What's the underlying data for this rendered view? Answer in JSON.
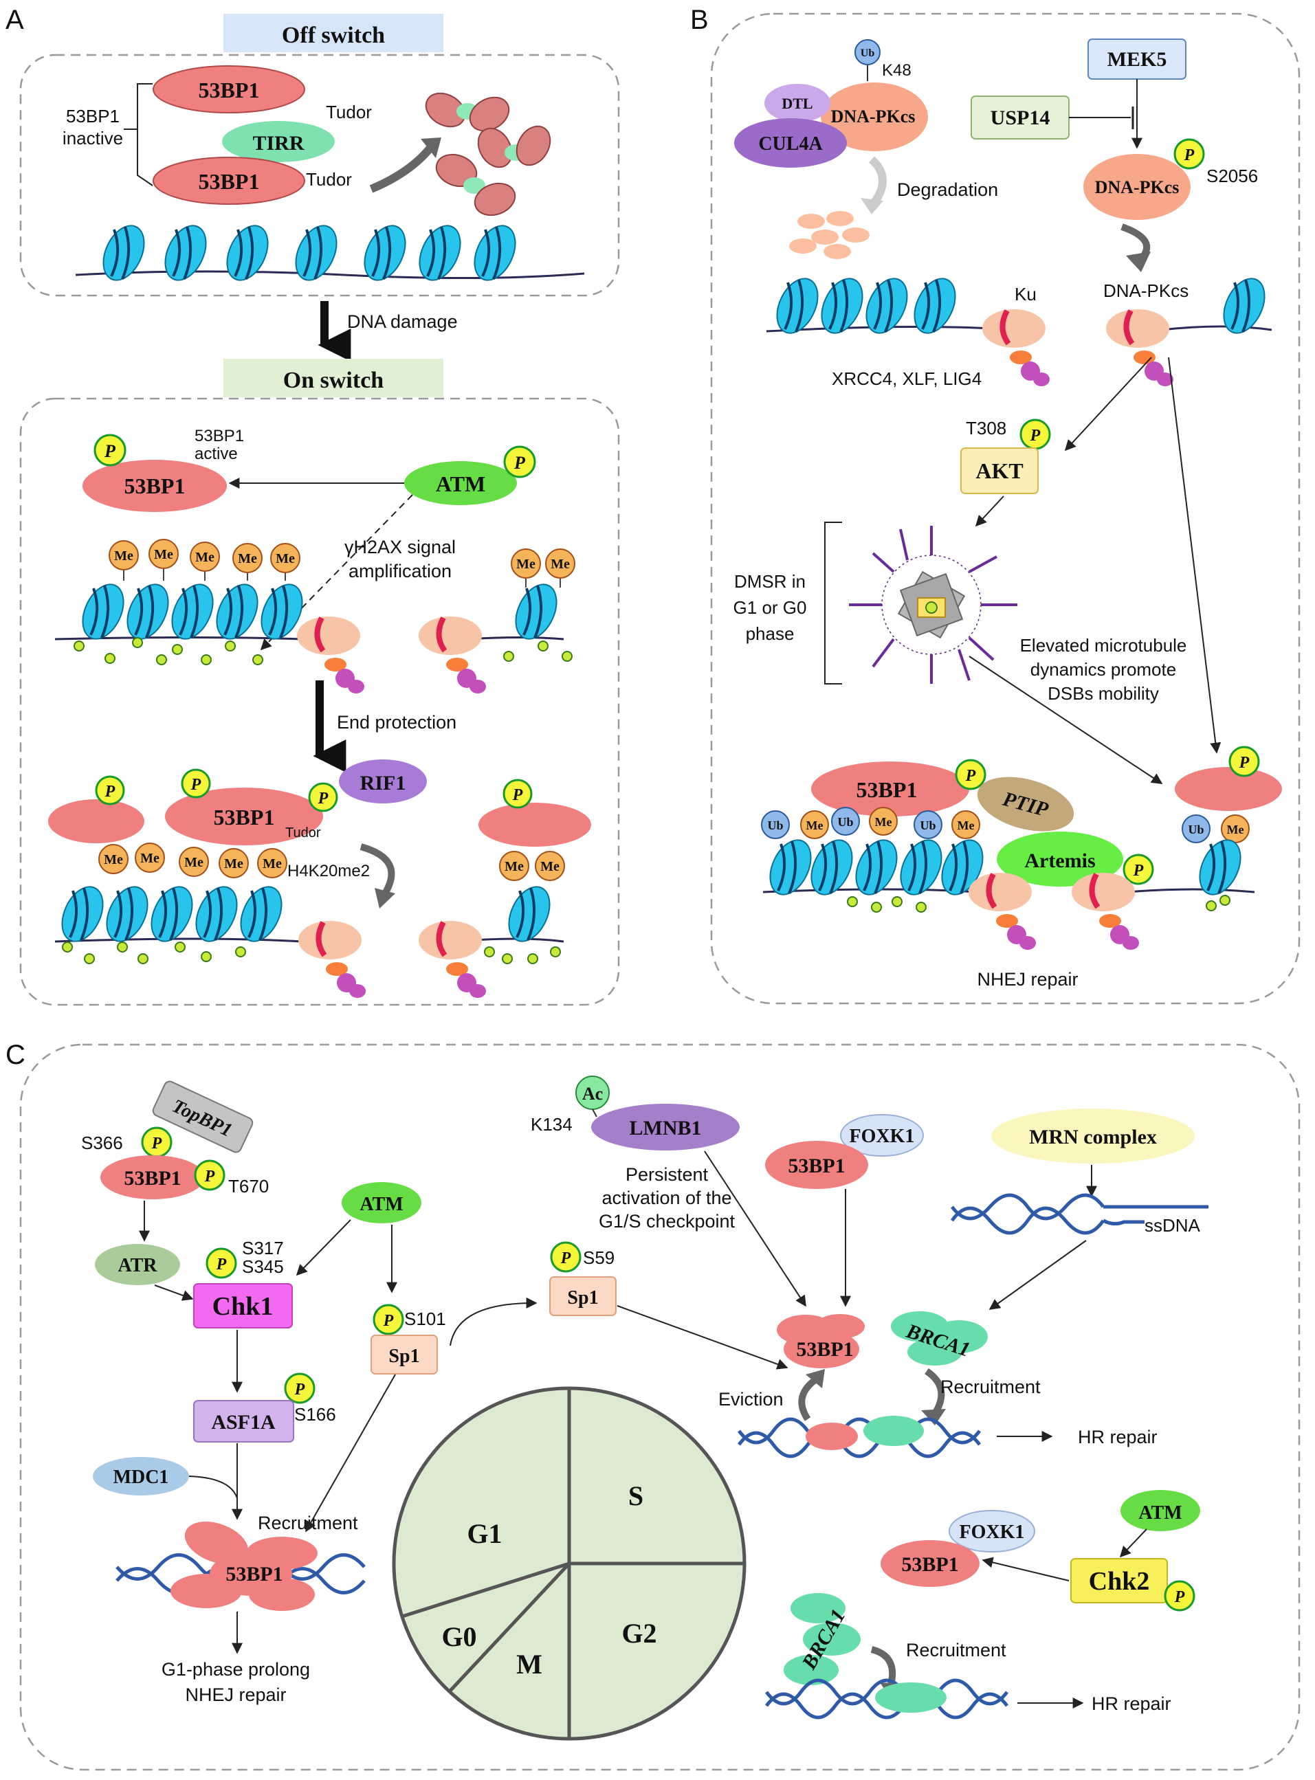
{
  "panels": {
    "a": "A",
    "b": "B",
    "c": "C"
  },
  "panel_a": {
    "off_switch": "Off switch",
    "on_switch": "On switch",
    "protein_53bp1": "53BP1",
    "tirr": "TIRR",
    "tudor": "Tudor",
    "inactive_line1": "53BP1",
    "inactive_line2": "inactive",
    "dna_damage": "DNA damage",
    "active_line1": "53BP1",
    "active_line2": "active",
    "atm": "ATM",
    "p": "P",
    "me": "Me",
    "gh2ax_line1": "γH2AX signal",
    "gh2ax_line2": "amplification",
    "end_protection": "End protection",
    "rif1": "RIF1",
    "h4k20me2": "H4K20me2"
  },
  "panel_b": {
    "ub": "Ub",
    "k48": "K48",
    "dtl": "DTL",
    "dna_pkcs": "DNA-PKcs",
    "cul4a": "CUL4A",
    "degradation": "Degradation",
    "mek5": "MEK5",
    "usp14": "USP14",
    "s2056": "S2056",
    "dna_pkcs_plain": "DNA-PKcs",
    "ku": "Ku",
    "xrcc4": "XRCC4, XLF, LIG4",
    "t308": "T308",
    "akt": "AKT",
    "dmsr_line1": "DMSR in",
    "dmsr_line2": "G1 or G0",
    "dmsr_line3": "phase",
    "micro_line1": "Elevated microtubule",
    "micro_line2": "dynamics promote",
    "micro_line3": "DSBs mobility",
    "protein_53bp1": "53BP1",
    "ptip": "PTIP",
    "artemis": "Artemis",
    "nhej": "NHEJ repair"
  },
  "panel_c": {
    "topbp1": "TopBP1",
    "s366": "S366",
    "t670": "T670",
    "protein_53bp1": "53BP1",
    "atr": "ATR",
    "atm": "ATM",
    "chk1": "Chk1",
    "s317": "S317",
    "s345": "S345",
    "asf1a": "ASF1A",
    "s166": "S166",
    "mdc1": "MDC1",
    "recruitment": "Recruitment",
    "g1_line1": "G1-phase prolong",
    "g1_line2": "NHEJ repair",
    "s101": "S101",
    "sp1": "Sp1",
    "s59": "S59",
    "ac": "Ac",
    "k134": "K134",
    "lmnb1": "LMNB1",
    "persist_line1": "Persistent",
    "persist_line2": "activation of the",
    "persist_line3": "G1/S checkpoint",
    "foxk1": "FOXK1",
    "mrn": "MRN complex",
    "ssdna": "ssDNA",
    "brca1": "BRCA1",
    "eviction": "Eviction",
    "hr_repair": "HR repair",
    "chk2": "Chk2",
    "p": "P"
  },
  "cell_cycle": {
    "phases": [
      "G1",
      "S",
      "G2",
      "M",
      "G0"
    ],
    "fill": "#dbead0",
    "stroke": "#555555"
  },
  "colors": {
    "protein_53bp1": "#f08080",
    "tirr": "#7fe0b0",
    "atm": "#66dd44",
    "rif1": "#a77bd6",
    "cul4a": "#9b6bc9",
    "mek5": "#dbe8fb",
    "usp14": "#e6f2d8",
    "akt": "#fbeeb6",
    "chk1": "#f26af0",
    "asf1a": "#d2b3ec",
    "mdc1": "#a9cbe8",
    "sp1": "#fcd9c4",
    "brca1": "#66ddaa",
    "chk2": "#f7f05a",
    "nucleosome": "#29c4ec",
    "phospho": "#f5f53a",
    "methyl": "#f6b45a",
    "off_switch_bg": "#d6e6f8",
    "on_switch_bg": "#dff0d4"
  }
}
